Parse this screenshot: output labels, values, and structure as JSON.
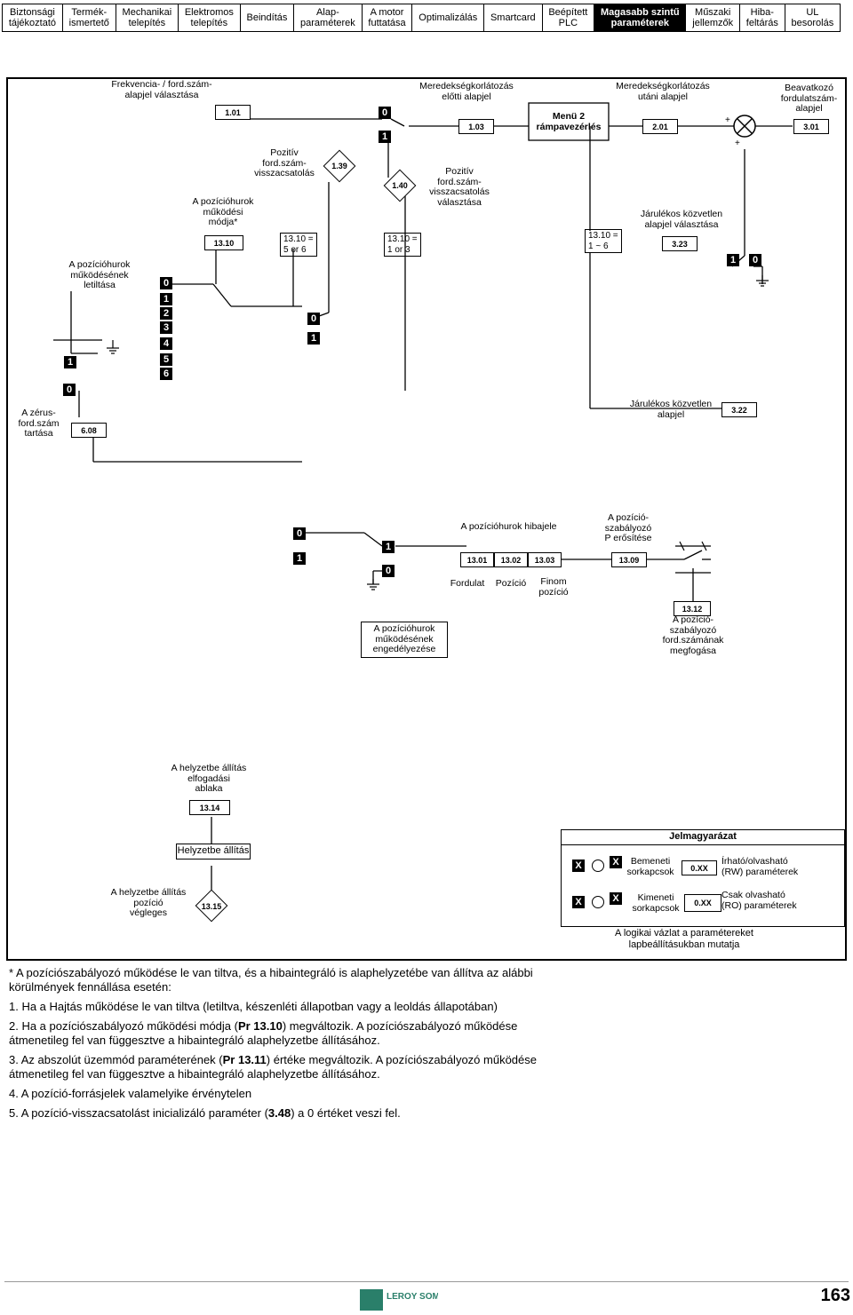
{
  "nav": {
    "tabs": [
      {
        "label": "Biztonsági\ntájékoztató"
      },
      {
        "label": "Termék-\nismertető"
      },
      {
        "label": "Mechanikai\ntelepítés"
      },
      {
        "label": "Elektromos\ntelepítés"
      },
      {
        "label": "Beindítás"
      },
      {
        "label": "Alap-\nparaméterek"
      },
      {
        "label": "A motor\nfuttatása"
      },
      {
        "label": "Optimalizálás"
      },
      {
        "label": "Smartcard"
      },
      {
        "label": "Beépített\nPLC"
      },
      {
        "label": "Magasabb szintű\nparaméterek"
      },
      {
        "label": "Műszaki\njellemzők"
      },
      {
        "label": "Hiba-\nfeltárás"
      },
      {
        "label": "UL\nbesorolás"
      }
    ]
  },
  "diagram": {
    "freq_ref_label": "Frekvencia- / ford.szám-\nalapjel választása",
    "p101": "1.01",
    "pre_ramp_label": "Meredekségkorlátozás\nelőtti alapjel",
    "p103": "1.03",
    "menu2_label": "Menü 2\nrámpavezérlés",
    "post_ramp_label": "Meredekségkorlátozás\nutáni alapjel",
    "p201": "2.01",
    "final_ref_label": "Beavatkozó\nfordulatszám-\nalapjel",
    "p301": "3.01",
    "pos_fb_label1": "Pozitív\nford.szám-\nvisszacsatolás",
    "p139": "1.39",
    "p140": "1.40",
    "pos_fb_label2": "Pozitív\nford.szám-\nvisszacsatolás\nválasztása",
    "mode_label": "A pozícióhurok\nműködési\nmódja*",
    "p1310": "13.10",
    "cond1": "13.10 =\n5 or 6",
    "cond2": "13.10 =\n1 or 3",
    "cond3": "13.10 =\n1 ~ 6",
    "ff_sel_label": "Járulékos közvetlen\nalapjel választása",
    "p323": "3.23",
    "disable_label": "A pozícióhurok\nműködésének\nletiltása",
    "sel_digits": [
      "0",
      "1",
      "2",
      "3",
      "4",
      "5",
      "6"
    ],
    "zero_hold_label": "A zérus-\nford.szám\ntartása",
    "p608": "6.08",
    "ff_ref_label": "Járulékos közvetlen\nalapjel",
    "p322": "3.22",
    "err_label": "A pozícióhurok hibajele",
    "p1301": "13.01",
    "p1302": "13.02",
    "p1303": "13.03",
    "gain_label": "A pozíció-\nszabályozó\nP erősítése",
    "p1309": "13.09",
    "rev_label": "Fordulat",
    "pos_label": "Pozíció",
    "fine_label": "Finom\npozíció",
    "enable_label": "A pozícióhurok\nműködésének\nengedélyezése",
    "p1312": "13.12",
    "clamp_label": "A pozíció-\nszabályozó\nford.számának\nmegfogása",
    "window_label": "A helyzetbe állítás\nelfogadási\nablaka",
    "p1314": "13.14",
    "orient_box": "Helyzetbe állítás",
    "final_pos_label": "A helyzetbe állítás\npozíció\nvégleges",
    "p1315": "13.15",
    "sw0": "0",
    "sw1": "1"
  },
  "legend": {
    "title": "Jelmagyarázat",
    "input_label": "Bemeneti\nsorkapcsok",
    "output_label": "Kimeneti\nsorkapcsok",
    "rw_box": "0.XX",
    "rw_label": "Írható/olvasható\n(RW) paraméterek",
    "ro_box": "0.XX",
    "ro_label": "Csak olvasható\n(RO) paraméterek",
    "x": "X",
    "note": "A logikai vázlat a paramétereket\nlapbeállításukban mutatja"
  },
  "footnotes": {
    "intro": "* A pozíciószabályozó működése le van tiltva, és a hibaintegráló is alaphelyzetébe van állítva az alábbi körülmények fennállása esetén:",
    "n1": "1.  Ha a Hajtás működése le van tiltva (letiltva, készenléti állapotban vagy a leoldás állapotában)",
    "n2a": "2.  Ha a pozíciószabályozó működési módja (",
    "n2b": "Pr 13.10",
    "n2c": ") megváltozik. A pozíciószabályozó működése átmenetileg fel van függesztve a hibaintegráló alaphelyzetbe állításához.",
    "n3a": "3.  Az abszolút üzemmód paraméterének (",
    "n3b": "Pr 13.11",
    "n3c": ") értéke megváltozik. A pozíciószabályozó működése átmenetileg fel van függesztve a hibaintegráló alaphelyzetbe állításához.",
    "n4": "4.  A pozíció-forrásjelek valamelyike érvénytelen",
    "n5a": "5.  A pozíció-visszacsatolást inicializáló paraméter (",
    "n5b": "3.48",
    "n5c": ") a 0 értéket veszi fel."
  },
  "page": {
    "number": "163",
    "logo_text": "LEROY SOMER"
  }
}
